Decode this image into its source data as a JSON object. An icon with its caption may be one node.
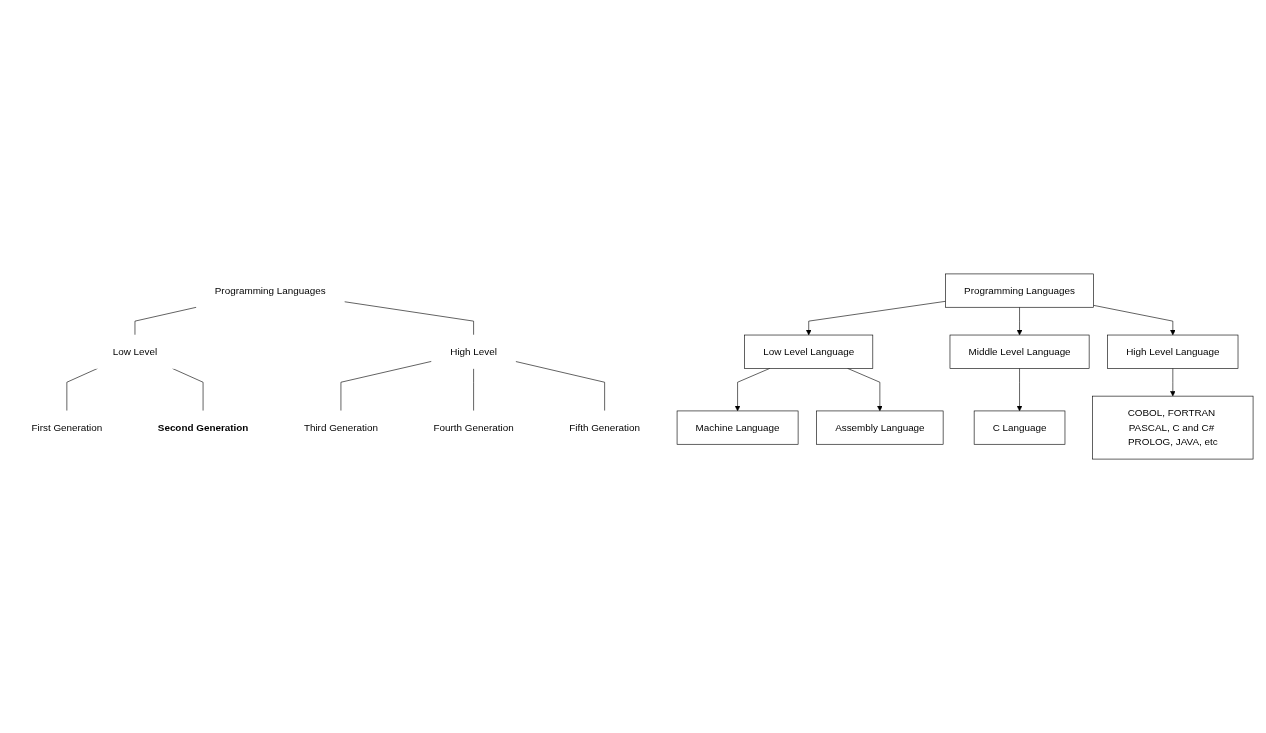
{
  "diagram": {
    "nodes": [
      {
        "text": [
          "Programming Languages"
        ]
      },
      {
        "text": [
          "Low Level"
        ]
      },
      {
        "text": [
          "High Level"
        ]
      },
      {
        "text": [
          "First Generation"
        ]
      },
      {
        "text": [
          "Second Generation"
        ]
      },
      {
        "text": [
          "Third Generation"
        ]
      },
      {
        "text": [
          "Fourth Generation"
        ]
      },
      {
        "text": [
          "Fifth Generation"
        ]
      },
      {
        "text": [
          "Programming Languages"
        ]
      },
      {
        "text": [
          "Low Level Language"
        ]
      },
      {
        "text": [
          "Middle Level Language"
        ]
      },
      {
        "text": [
          "High Level Language"
        ]
      },
      {
        "text": [
          "Machine Language"
        ]
      },
      {
        "text": [
          "Assembly Language"
        ]
      },
      {
        "text": [
          "C Language"
        ]
      },
      {
        "text": [
          "COBOL, FORTRAN PASCAL, C and C# PROLOG, JAVA, etc"
        ]
      }
    ],
    "edges": [
      {
        "from": 0,
        "to": 1,
        "arrow": "none"
      },
      {
        "from": 0,
        "to": 2,
        "arrow": "none"
      },
      {
        "from": 1,
        "to": 3,
        "arrow": "none"
      },
      {
        "from": 1,
        "to": 4,
        "arrow": "none"
      },
      {
        "from": 2,
        "to": 5,
        "arrow": "none"
      },
      {
        "from": 2,
        "to": 6,
        "arrow": "none"
      },
      {
        "from": 2,
        "to": 7,
        "arrow": "none"
      },
      {
        "from": 8,
        "to": 9,
        "arrow": "to"
      },
      {
        "from": 8,
        "to": 10,
        "arrow": "to"
      },
      {
        "from": 8,
        "to": 11,
        "arrow": "to"
      },
      {
        "from": 9,
        "to": 12,
        "arrow": "to"
      },
      {
        "from": 9,
        "to": 13,
        "arrow": "to"
      },
      {
        "from": 10,
        "to": 14,
        "arrow": "to"
      },
      {
        "from": 11,
        "to": 15,
        "arrow": "to"
      }
    ]
  }
}
